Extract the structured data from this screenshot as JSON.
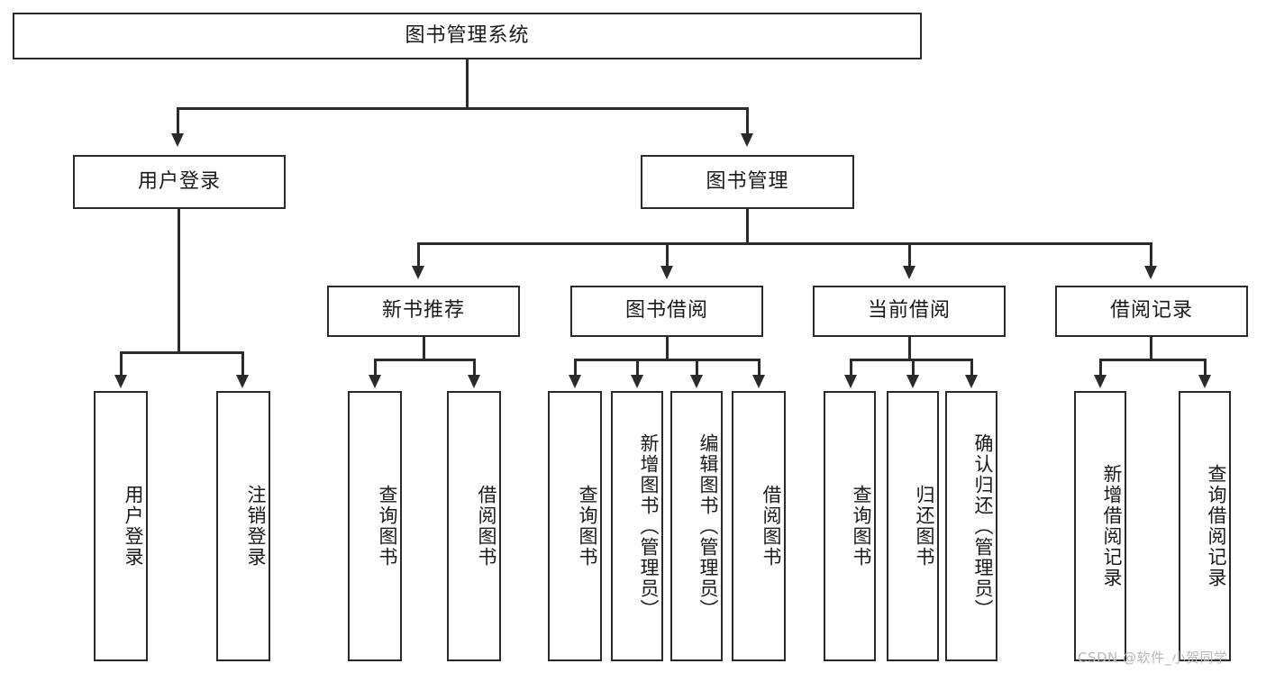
{
  "diagram": {
    "title": "图书管理系统",
    "root": {
      "label": "图书管理系统"
    },
    "level1": [
      {
        "label": "用户登录"
      },
      {
        "label": "图书管理"
      }
    ],
    "level2": [
      {
        "label": "新书推荐"
      },
      {
        "label": "图书借阅"
      },
      {
        "label": "当前借阅"
      },
      {
        "label": "借阅记录"
      }
    ],
    "leaves": {
      "user_login": [
        {
          "label": "用户登录"
        },
        {
          "label": "注销登录"
        }
      ],
      "new_book_recommend": [
        {
          "label": "查询图书"
        },
        {
          "label": "借阅图书"
        }
      ],
      "book_borrow": [
        {
          "label": "查询图书"
        },
        {
          "label": "新增图书（管理员）"
        },
        {
          "label": "编辑图书（管理员）"
        },
        {
          "label": "借阅图书"
        }
      ],
      "current_borrow": [
        {
          "label": "查询图书"
        },
        {
          "label": "归还图书"
        },
        {
          "label": "确认归还（管理员）"
        }
      ],
      "borrow_record": [
        {
          "label": "新增借阅记录"
        },
        {
          "label": "查询借阅记录"
        }
      ]
    }
  },
  "watermark": {
    "text": "CSDN @软件_小贺同学"
  },
  "colors": {
    "border": "#2b2b2b",
    "background": "#ffffff",
    "text": "#1a1a1a",
    "watermark": "#b9b9b9"
  }
}
